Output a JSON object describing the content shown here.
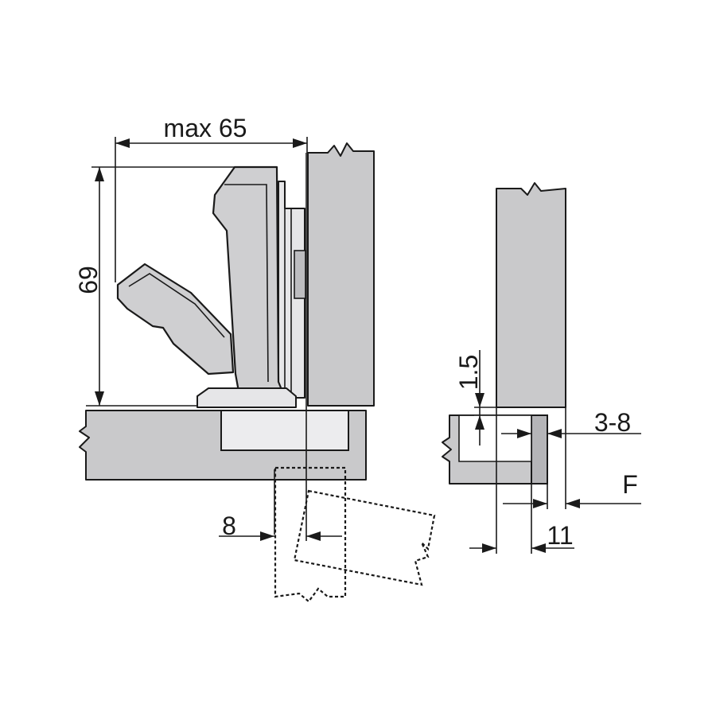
{
  "dimensions": {
    "max_width": "max 65",
    "height": "69",
    "offset": "8",
    "gap": "1.5",
    "overlay_range": "3-8",
    "f_label": "F",
    "cup_distance": "11"
  }
}
